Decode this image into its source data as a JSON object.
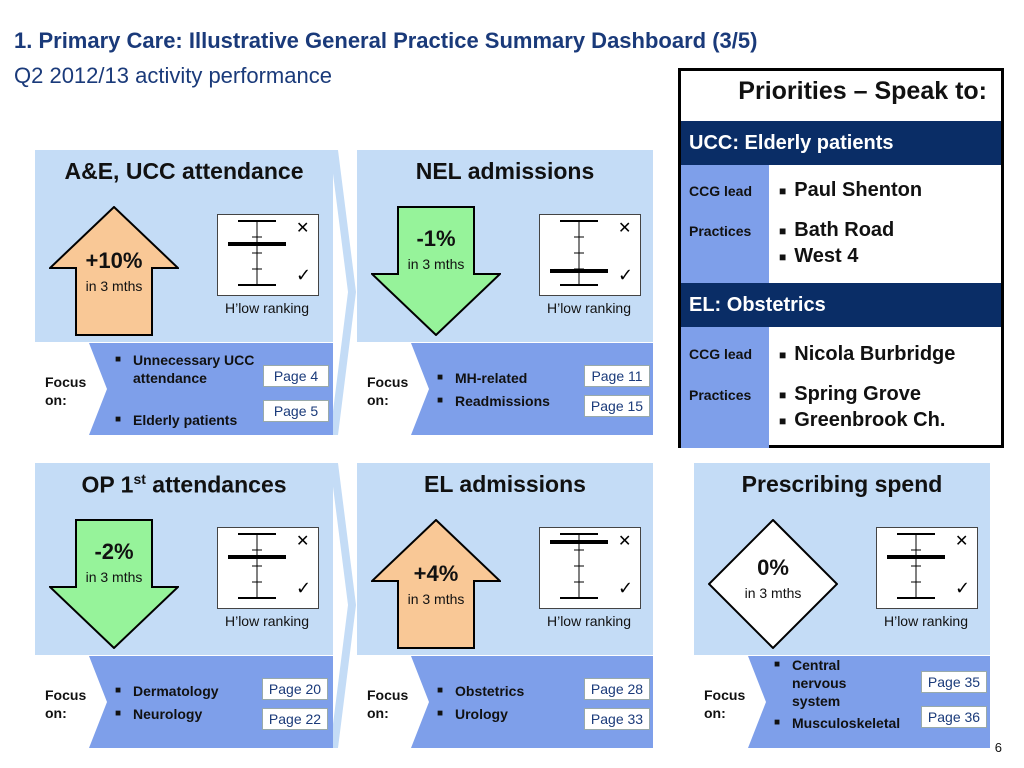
{
  "header": {
    "title": "1. Primary Care: Illustrative General Practice Summary Dashboard (3/5)",
    "subtitle": "Q2 2012/13 activity performance"
  },
  "panels": [
    {
      "title": "A&E, UCC attendance",
      "change": "+10%",
      "period": "in 3 mths",
      "direction": "up",
      "color": "#f9c896",
      "ranking_label": "H’low ranking",
      "focus_label": "Focus on:",
      "focus_items": [
        "Unnecessary UCC attendance",
        "Elderly patients"
      ],
      "pages": [
        "Page 4",
        "Page 5"
      ]
    },
    {
      "title": "NEL admissions",
      "change": "-1%",
      "period": "in 3 mths",
      "direction": "down",
      "color": "#96f39a",
      "ranking_label": "H’low ranking",
      "focus_label": "Focus on:",
      "focus_items": [
        "MH-related",
        "Readmissions"
      ],
      "pages": [
        "Page 11",
        "Page 15"
      ]
    },
    {
      "title": "OP 1",
      "title_sup": "st",
      "title_rest": " attendances",
      "change": "-2%",
      "period": "in 3 mths",
      "direction": "down",
      "color": "#96f39a",
      "ranking_label": "H’low ranking",
      "focus_label": "Focus on:",
      "focus_items": [
        "Dermatology",
        "Neurology"
      ],
      "pages": [
        "Page 20",
        "Page 22"
      ]
    },
    {
      "title": "EL admissions",
      "change": "+4%",
      "period": "in 3 mths",
      "direction": "up",
      "color": "#f9c896",
      "ranking_label": "H’low ranking",
      "focus_label": "Focus on:",
      "focus_items": [
        "Obstetrics",
        "Urology"
      ],
      "pages": [
        "Page 28",
        "Page 33"
      ]
    },
    {
      "title": "Prescribing spend",
      "change": "0%",
      "period": "in 3 mths",
      "direction": "flat",
      "color": "#ffffff",
      "ranking_label": "H’low ranking",
      "focus_label": "Focus on:",
      "focus_items": [
        "Central nervous system",
        "Musculoskeletal"
      ],
      "pages": [
        "Page 35",
        "Page 36"
      ]
    }
  ],
  "priorities": {
    "heading": "Priorities – Speak to:",
    "sections": [
      {
        "title": "UCC: Elderly patients",
        "ccg_lead_label": "CCG lead",
        "ccg_lead": "Paul Shenton",
        "practices_label": "Practices",
        "practices": [
          "Bath Road",
          "West 4"
        ]
      },
      {
        "title": "EL: Obstetrics",
        "ccg_lead_label": "CCG lead",
        "ccg_lead": "Nicola Burbridge",
        "practices_label": "Practices",
        "practices": [
          "Spring Grove",
          "Greenbrook Ch."
        ]
      }
    ]
  },
  "page_number": "6"
}
